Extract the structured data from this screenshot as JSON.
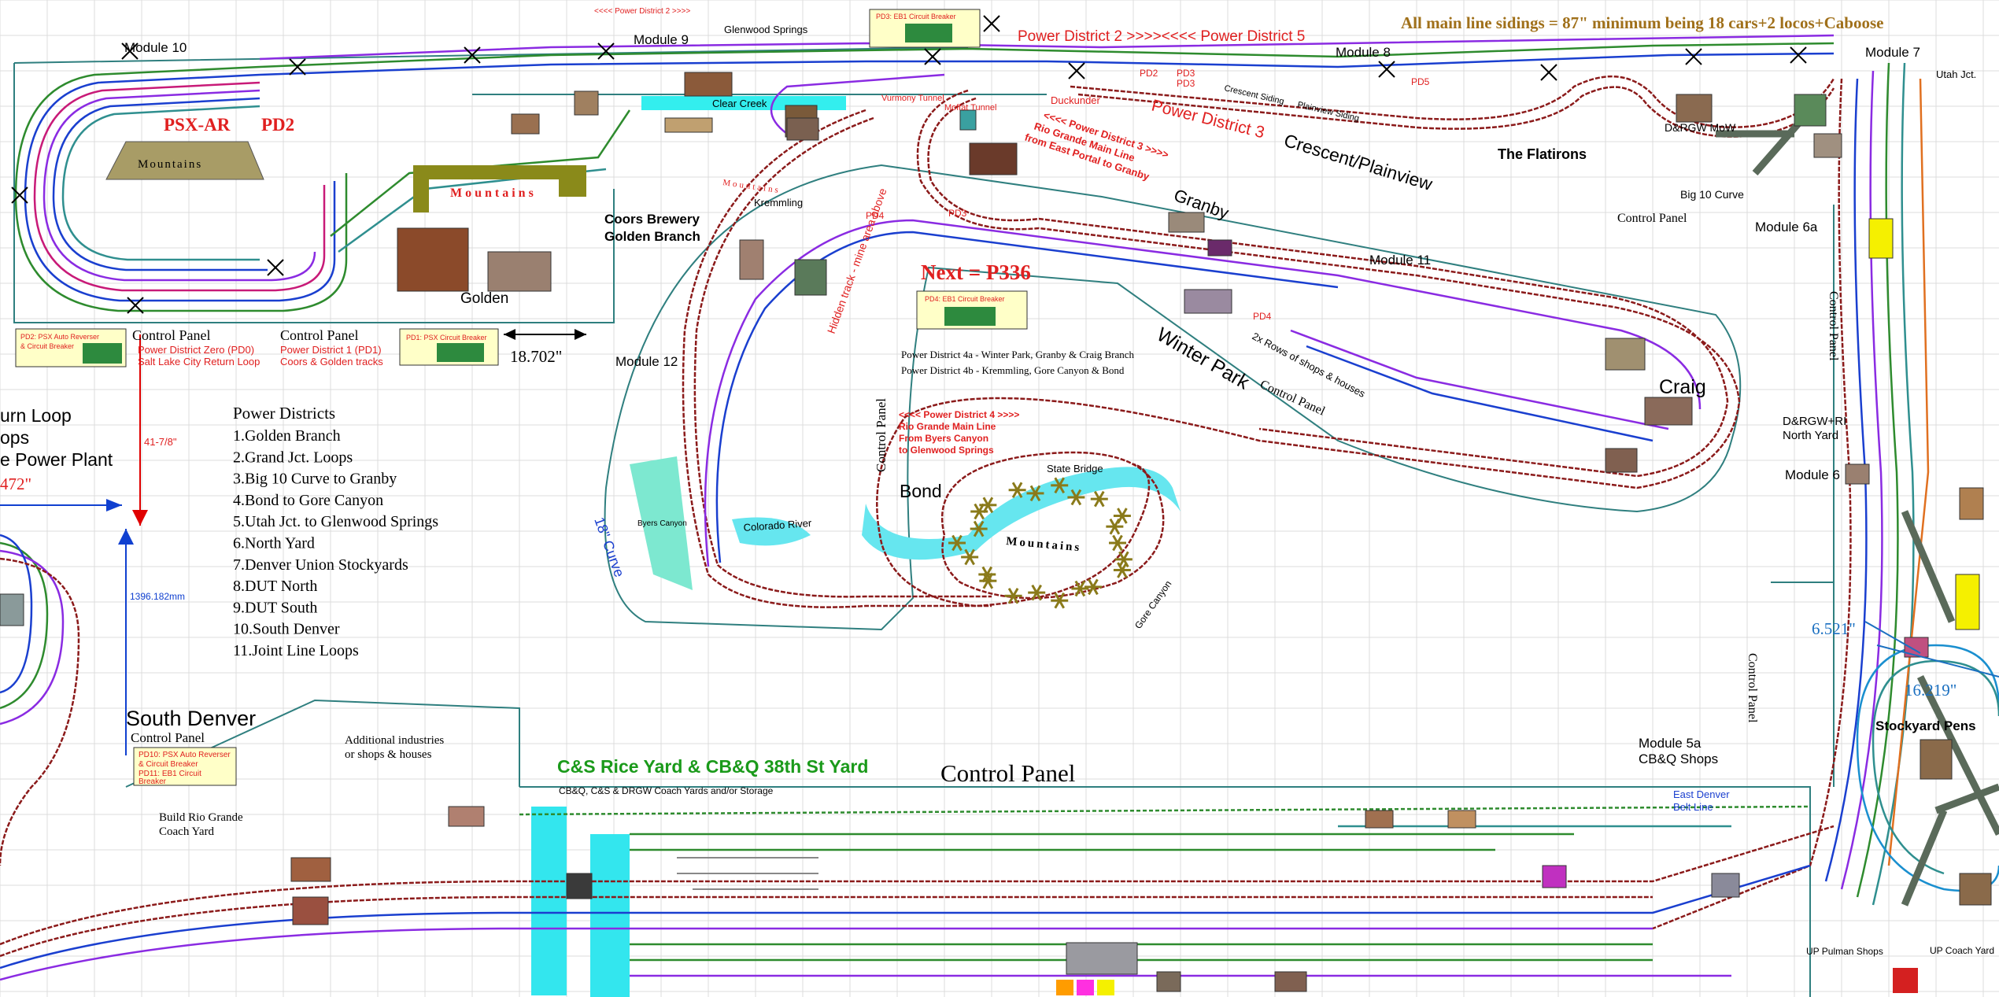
{
  "header": {
    "top_note": "All main line sidings = 87\" minimum being 18 cars+2 locos+Caboose",
    "next_label": "Next = P336",
    "pd2_pd5_label": "Power District 2 >>>><<<< Power District 5",
    "pd2_top_label": "<<<< Power District 2 >>>>"
  },
  "modules": {
    "m7": "Module 7",
    "m8": "Module 8",
    "m9": "Module 9",
    "m10": "Module 10",
    "m11": "Module 11",
    "m12": "Module 12",
    "m6": "Module 6",
    "m6a": "Module 6a",
    "m5a": "Module 5a"
  },
  "places": {
    "glenwood_springs": "Glenwood Springs",
    "psx_ar": "PSX-AR",
    "pd2": "PD2",
    "mountains": "Mountains",
    "coors_brewery": "Coors Brewery",
    "golden_branch": "Golden Branch",
    "golden": "Golden",
    "kremmling": "Kremmling",
    "granby": "Granby",
    "winter_park": "Winter Park",
    "crescent_plainview": "Crescent/Plainview",
    "the_flatirons": "The Flatirons",
    "big_10_curve": "Big 10 Curve",
    "utah_jct": "Utah Jct.",
    "power_district_3": "Power District 3",
    "craig": "Craig",
    "drgw_ri_north_yard_1": "D&RGW+RI",
    "drgw_ri_north_yard_2": "North Yard",
    "bond": "Bond",
    "colorado_river": "Colorado River",
    "state_bridge": "State Bridge",
    "gore_canyon": "Gore Canyon",
    "byers_canyon": "Byers Canyon",
    "curve_18": "18\" Curve",
    "clear_creek": "Clear Creek",
    "south_denver": "South Denver",
    "rice_yard": "C&S Rice Yard & CB&Q 38th St Yard",
    "rice_yard_sub": "CB&Q, C&S & DRGW Coach Yards and/or Storage",
    "stockyard_pens": "Stockyard Pens",
    "cbq_shops": "CB&Q Shops",
    "east_denver": "East Denver",
    "belt_line": "Belt Line",
    "additional_industries_1": "Additional industries",
    "additional_industries_2": "or shops & houses",
    "build_rio_grande_1": "Build Rio Grande",
    "build_rio_grande_2": "Coach Yard",
    "hidden_track": "Hidden track - mine area above",
    "up_pulman_shops": "UP Pulman Shops",
    "up_coach_yard": "UP Coach Yard",
    "duckunder": "Duckunder",
    "vurmony_tunnel": "Vurmony Tunnel",
    "moffat_tunnel": "Moffat Tunnel",
    "drgw_mow": "D&RGW MoW",
    "rows_of_shops": "2x Rows of shops & houses",
    "crescent_siding": "Crescent Siding",
    "plainview_siding": "Plainview Siding"
  },
  "control_panels": {
    "cp_module10": "Control Panel",
    "cp_golden": "Control Panel",
    "cp_south_denver": "Control Panel",
    "cp_main": "Control Panel",
    "cp_module12": "Control Panel",
    "cp_winter_park": "Control Panel",
    "cp_top_right": "Control Panel",
    "cp_right_vertical": "Control Panel",
    "cp_right_lower": "Control Panel"
  },
  "power_zero": {
    "line1": "Power District Zero (PD0)",
    "line2": "Salt Lake City Return Loop"
  },
  "power_one": {
    "line1": "Power District 1 (PD1)",
    "line2": "Coors & Golden tracks"
  },
  "pd3_banner": {
    "line1": "<<<< Power District 3 >>>>",
    "line2": "Rio Grande Main Line",
    "line3": "from East Portal to Granby"
  },
  "pd4_banner": {
    "line1": "<<<< Power District 4 >>>>",
    "line2": "Rio Grande Main Line",
    "line3": "From Byers Canyon",
    "line4": "to Glenwood Springs"
  },
  "pd4_notes": {
    "a": "Power District 4a - Winter Park, Granby & Craig Branch",
    "b": "Power District 4b - Kremmling, Gore Canyon & Bond"
  },
  "breaker_boxes": {
    "pd3": "PD3: EB1 Circuit Breaker",
    "pd4": "PD4: EB1 Circuit Breaker",
    "pd1": "PD1: PSX Circuit Breaker",
    "pd2_line1": "PD2: PSX Auto Reverser",
    "pd2_line2": "& Circuit Breaker",
    "pd10_line1": "PD10: PSX Auto Reverser",
    "pd10_line2": "& Circuit Breaker",
    "pd11_line1": "PD11: EB1 Circuit",
    "pd11_line2": "Breaker"
  },
  "dimensions": {
    "d_18702": "18.702\"",
    "d_41_7_8": "41-7/8\"",
    "d_1396": "1396.182mm",
    "d_472": "472\"",
    "d_6521": "6.521\"",
    "d_16219": "16.219\""
  },
  "return_loop": {
    "line1": "urn Loop",
    "line2": "ops",
    "line3": "e Power Plant"
  },
  "power_districts": {
    "title": "Power Districts",
    "items": [
      "1.Golden Branch",
      "2.Grand Jct. Loops",
      "3.Big 10 Curve to Granby",
      "4.Bond to Gore Canyon",
      "5.Utah Jct. to Glenwood Springs",
      "6.North Yard",
      "7.Denver Union Stockyards",
      "8.DUT North",
      "9.DUT South",
      "10.South Denver",
      "11.Joint Line Loops"
    ]
  },
  "pd_tags": {
    "pd2_a": "PD2",
    "pd3_a": "PD3",
    "pd3_b": "PD3",
    "pd3_c": "PD3",
    "pd4_a": "PD4",
    "pd4_b": "PD4",
    "pd5": "PD5"
  },
  "colors": {
    "mainline": "#8b1a1a",
    "track_blue": "#1a3fcf",
    "track_purple": "#8a2be2",
    "track_green": "#2e8b2e",
    "track_teal": "#2f8f8f",
    "water": "#33ddee",
    "label_red": "#e02020",
    "label_green": "#1a9a1a",
    "title_gold": "#a0701a",
    "dim_blue": "#1060d0",
    "grid": "#dcdcdc",
    "mountain_olive": "#8a8a1a"
  }
}
